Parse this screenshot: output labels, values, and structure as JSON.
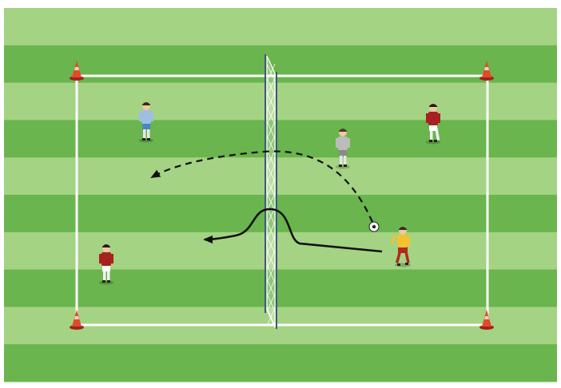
{
  "diagram": {
    "colors": {
      "pitch_light": "#a3d383",
      "pitch_dark": "#6ab54d",
      "lines": "#ffffff",
      "cone": "#d8341e",
      "net": "#ffffff",
      "red_kit": "#a8201f",
      "blue_kit": "#4a86c5",
      "grey_kit": "#bcbcbc",
      "yellow_kit": "#f2c230",
      "arrow": "#111111"
    },
    "cones": [
      "cone-top-left",
      "cone-top-right",
      "cone-bottom-left",
      "cone-bottom-right"
    ],
    "players": [
      {
        "name": "player-blue-defender",
        "kit": "blue"
      },
      {
        "name": "player-grey-defender",
        "kit": "grey"
      },
      {
        "name": "player-red-top-right",
        "kit": "red"
      },
      {
        "name": "player-red-left",
        "kit": "red"
      },
      {
        "name": "player-yellow-attacker",
        "kit": "yellow"
      }
    ],
    "movements": [
      {
        "name": "ball-pass-path",
        "style": "dashed"
      },
      {
        "name": "player-run-path",
        "style": "solid"
      }
    ],
    "icons": [
      "soccer-ball-icon",
      "net-barrier"
    ]
  }
}
